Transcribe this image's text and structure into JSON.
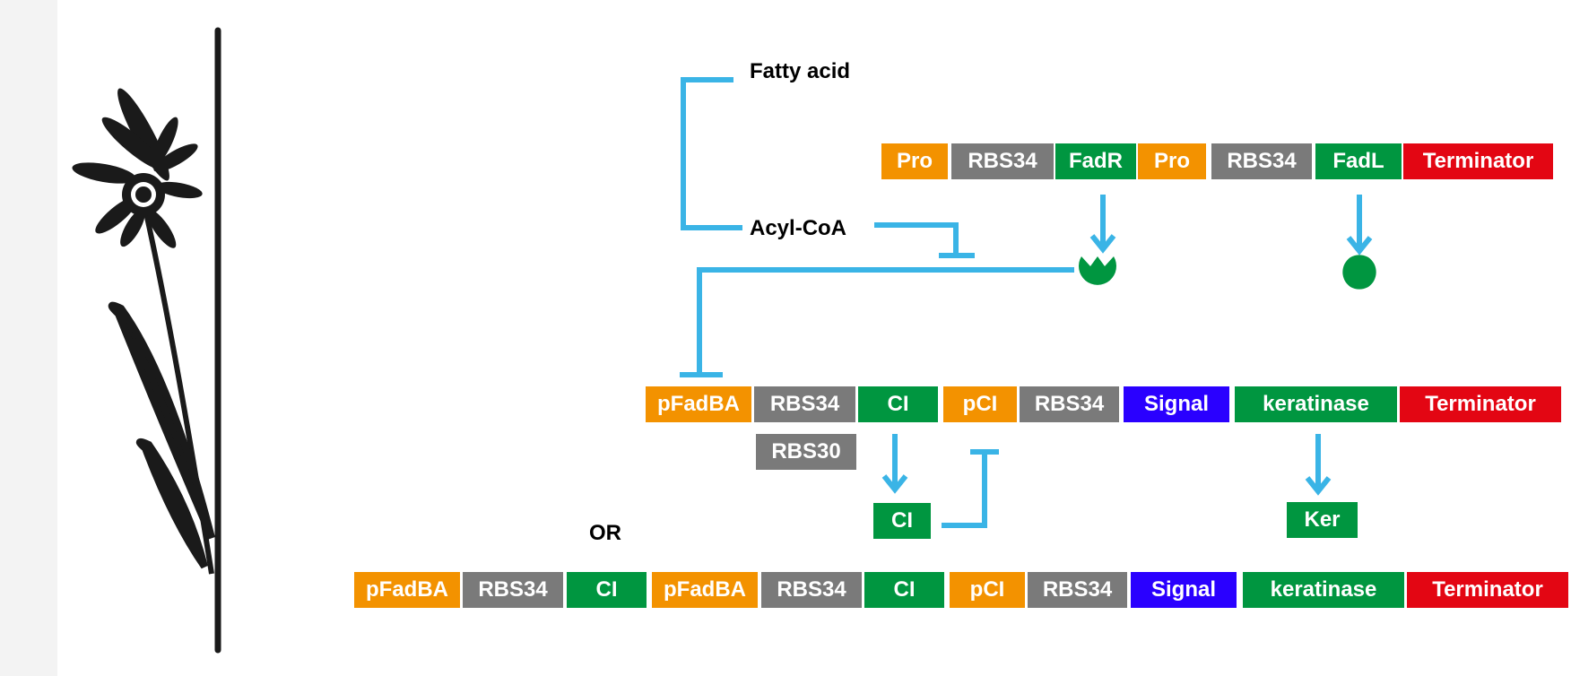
{
  "colors": {
    "promoter": "#f39200",
    "rbs": "#7a7a7a",
    "cds": "#009640",
    "terminator": "#e30613",
    "signal": "#2a00ff",
    "arrow": "#3ab4e6",
    "flower": "#1a1a1a"
  },
  "icons": {
    "flower": "flower-icon",
    "fadr_protein": "fadr-protein-icon",
    "fadl_protein": "fadl-protein-icon"
  },
  "metabolites": {
    "fatty_acid": "Fatty acid",
    "acyl_coa": "Acyl-CoA"
  },
  "construct_top": [
    "Pro",
    "RBS34",
    "FadR",
    "Pro",
    "RBS34",
    "FadL",
    "Terminator"
  ],
  "construct_middle": [
    "pFadBA",
    "RBS34",
    "CI",
    "pCI",
    "RBS34",
    "Signal",
    "keratinase",
    "Terminator"
  ],
  "rbs_alternative": "RBS30",
  "protein_ci": "CI",
  "protein_ker": "Ker",
  "or_label": "OR",
  "construct_bottom": [
    "pFadBA",
    "RBS34",
    "CI",
    "pFadBA",
    "RBS34",
    "CI",
    "pCI",
    "RBS34",
    "Signal",
    "keratinase",
    "Terminator"
  ]
}
